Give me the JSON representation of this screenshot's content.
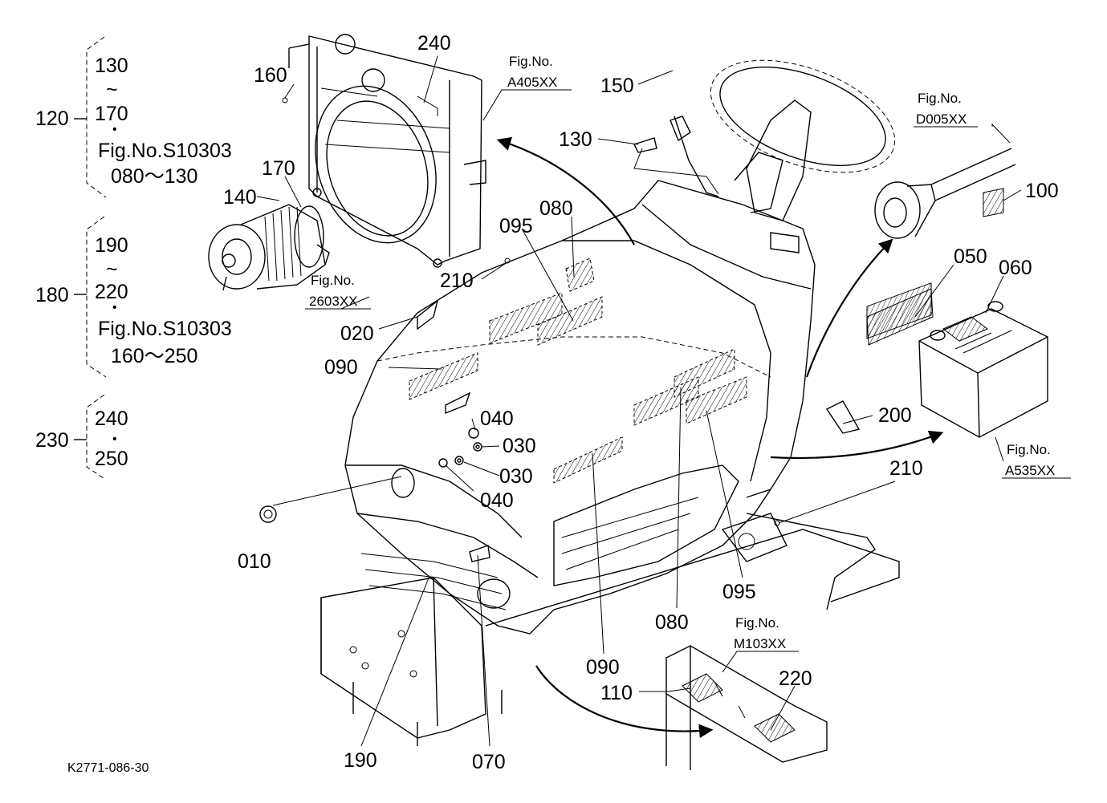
{
  "drawing_id": "K2771-086-30",
  "groups": [
    {
      "label": "120",
      "lines": [
        "130",
        "~",
        "170",
        "•",
        "Fig.No.S10303",
        "080～130"
      ]
    },
    {
      "label": "180",
      "lines": [
        "190",
        "~",
        "220",
        "•",
        "Fig.No.S10303",
        "160～250"
      ]
    },
    {
      "label": "230",
      "lines": [
        "240",
        "•",
        "250"
      ]
    }
  ],
  "fig_refs": [
    {
      "fig": "Fig.No.",
      "code": "A405XX"
    },
    {
      "fig": "Fig.No.",
      "code": "D005XX"
    },
    {
      "fig": "Fig.No.",
      "code": "2603XX"
    },
    {
      "fig": "Fig.No.",
      "code": "A535XX"
    },
    {
      "fig": "Fig.No.",
      "code": "M103XX"
    }
  ],
  "callouts": [
    "240",
    "160",
    "170",
    "140",
    "150",
    "130",
    "080",
    "095",
    "210",
    "020",
    "090",
    "040",
    "030",
    "030",
    "040",
    "010",
    "100",
    "050",
    "060",
    "200",
    "210",
    "095",
    "080",
    "090",
    "110",
    "220",
    "190",
    "070"
  ]
}
